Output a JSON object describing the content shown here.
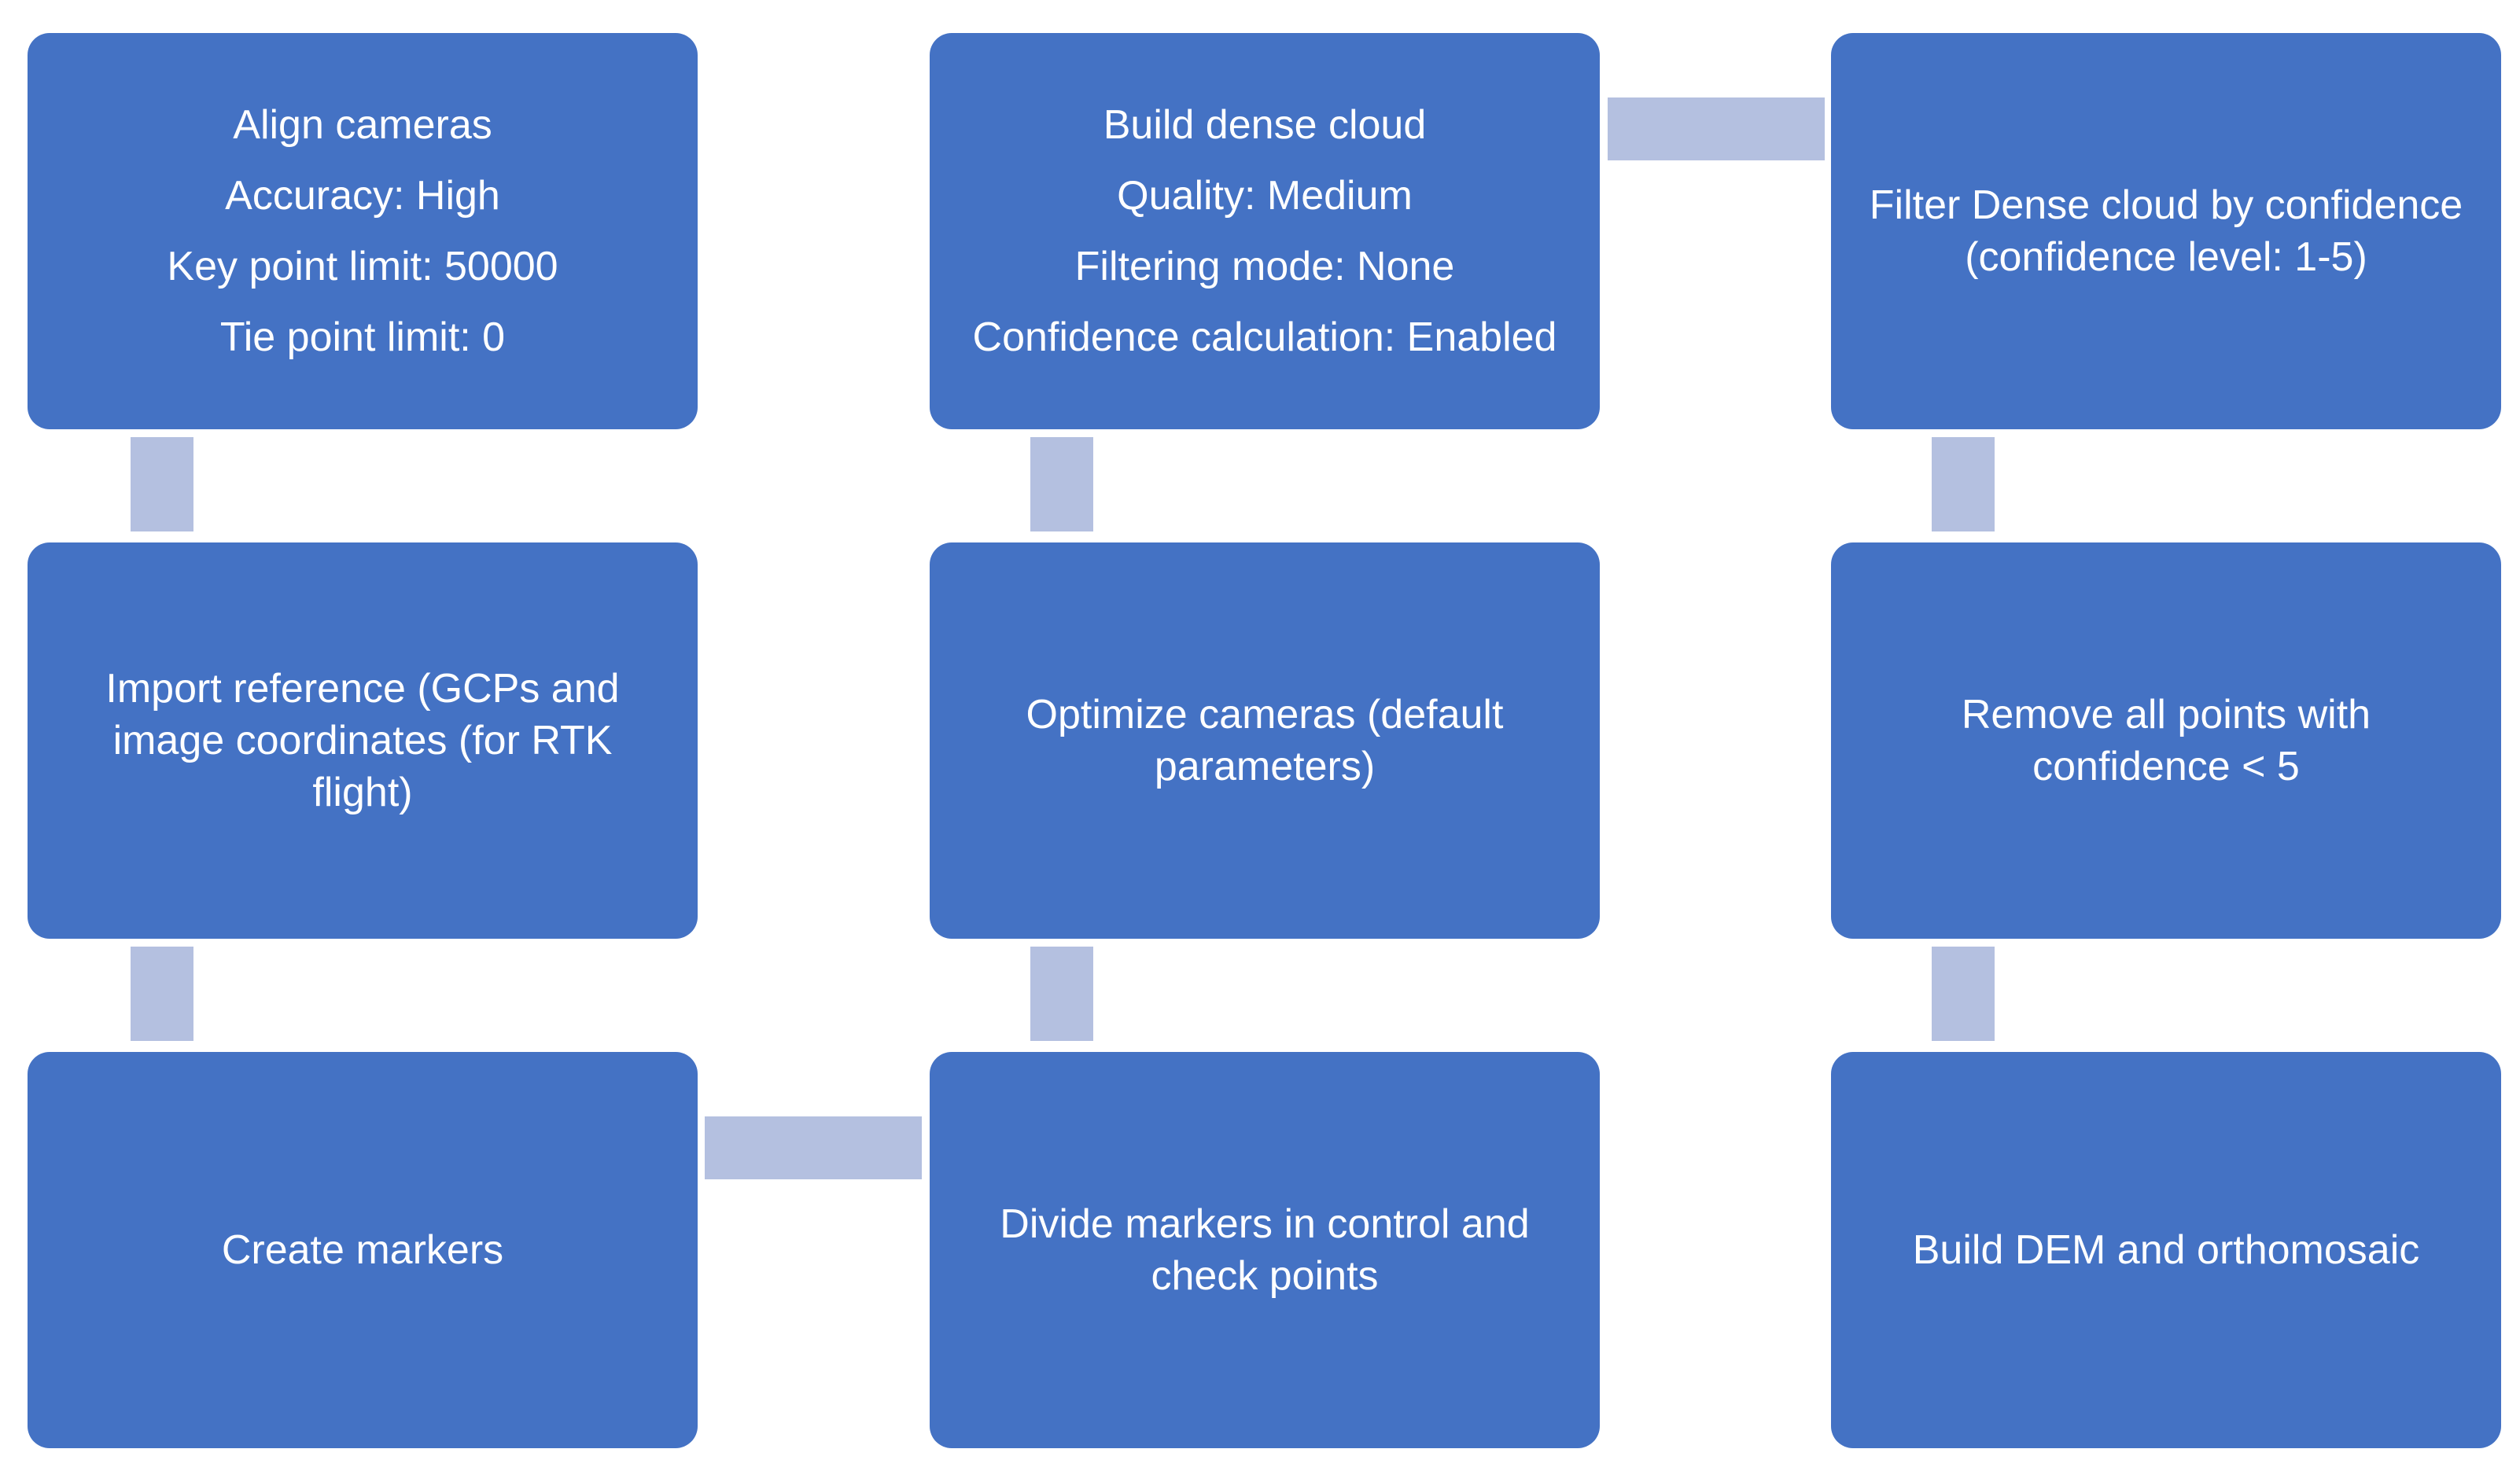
{
  "steps": {
    "align_cameras": {
      "lines": [
        "Align cameras",
        "Accuracy: High",
        "Key point limit: 50000",
        "Tie point limit: 0"
      ]
    },
    "import_reference": {
      "text": "Import reference (GCPs and image coordinates (for RTK flight)"
    },
    "create_markers": {
      "text": "Create markers"
    },
    "divide_markers": {
      "text": "Divide markers in control and check points"
    },
    "optimize_cameras": {
      "text": "Optimize cameras (default parameters)"
    },
    "build_dense_cloud": {
      "lines": [
        "Build dense cloud",
        "Quality: Medium",
        "Filtering mode: None",
        "Confidence calculation: Enabled"
      ]
    },
    "filter_dense_cloud": {
      "text": "Filter Dense cloud by confidence (confidence level: 1-5)"
    },
    "remove_points": {
      "text": "Remove all points with confidence < 5"
    },
    "build_dem": {
      "text": "Build DEM and orthomosaic"
    }
  },
  "colors": {
    "box_fill": "#4472c4",
    "connector_fill": "#b4c0e0",
    "text": "#ffffff"
  }
}
